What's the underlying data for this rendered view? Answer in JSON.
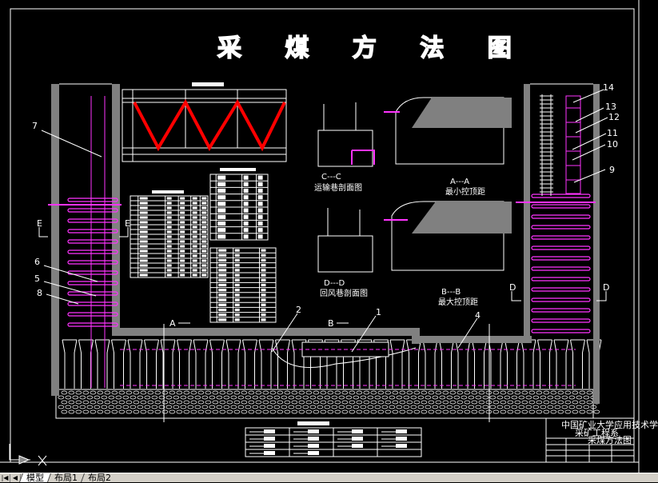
{
  "drawing": {
    "title": "采 煤 方 法 图",
    "colors": {
      "background": "#000000",
      "lines": "#ffffff",
      "supports": "#ff33ff",
      "walls": "#808080",
      "chart_line": "#ff0000"
    },
    "callouts": [
      {
        "id": "7",
        "text": "7"
      },
      {
        "id": "6",
        "text": "6"
      },
      {
        "id": "5",
        "text": "5"
      },
      {
        "id": "8",
        "text": "8"
      },
      {
        "id": "14",
        "text": "14"
      },
      {
        "id": "13",
        "text": "13"
      },
      {
        "id": "12",
        "text": "12"
      },
      {
        "id": "11",
        "text": "11"
      },
      {
        "id": "10",
        "text": "10"
      },
      {
        "id": "9",
        "text": "9"
      },
      {
        "id": "2",
        "text": "2"
      },
      {
        "id": "1",
        "text": "1"
      },
      {
        "id": "4",
        "text": "4"
      }
    ],
    "section_marks": {
      "a": "A",
      "b": "B",
      "d": "D",
      "e": "E"
    },
    "sections": {
      "cc_label": "C---C",
      "cc_caption": "运输巷剖面图",
      "aa_label": "A---A",
      "aa_caption": "最小控顶距",
      "dd_label": "D---D",
      "dd_caption": "回风巷剖面图",
      "bb_label": "B---B",
      "bb_caption": "最大控顶距"
    },
    "title_block": {
      "school": "中国矿业大学应用技术学院",
      "department": "采矿工程系",
      "drawing_name": "采煤方法图"
    }
  },
  "tabs": {
    "items": [
      {
        "label": "模型",
        "active": true
      },
      {
        "label": "布局1",
        "active": false
      },
      {
        "label": "布局2",
        "active": false
      }
    ],
    "nav_icons": [
      "first-icon",
      "prev-icon"
    ]
  }
}
